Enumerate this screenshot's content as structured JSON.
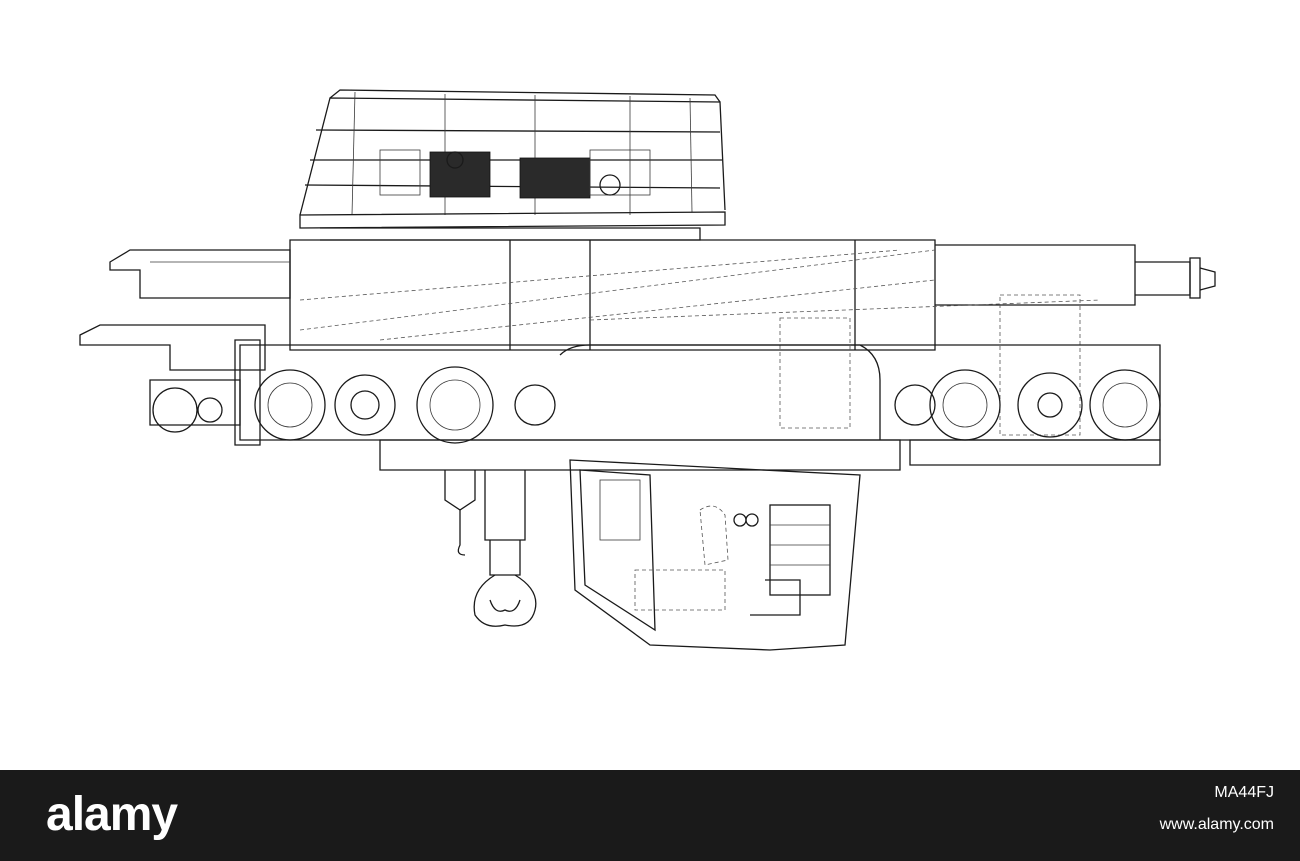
{
  "footer": {
    "logo_text": "alamy",
    "image_id": "MA44FJ",
    "site": "www.alamy.com"
  },
  "colors": {
    "background": "#ffffff",
    "footer_bg": "#1a1a1a",
    "line": "#1a1a1a"
  }
}
